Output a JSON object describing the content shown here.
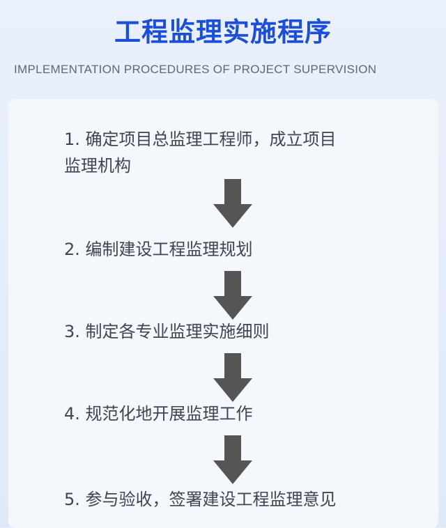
{
  "header": {
    "title": "工程监理实施程序",
    "subtitle": "IMPLEMENTATION PROCEDURES OF PROJECT SUPERVISION"
  },
  "steps": [
    {
      "line1": "1. 确定项目总监理工程师，成立项目",
      "line2": "监理机构"
    },
    {
      "line1": "2. 编制建设工程监理规划"
    },
    {
      "line1": "3. 制定各专业监理实施细则"
    },
    {
      "line1": "4. 规范化地开展监理工作"
    },
    {
      "line1": "5. 参与验收，签署建设工程监理意见"
    }
  ],
  "colors": {
    "title": "#1d4fd6",
    "arrow": "#555555",
    "text": "#3f4452"
  },
  "icons": {
    "arrow": "arrow-down-icon"
  }
}
